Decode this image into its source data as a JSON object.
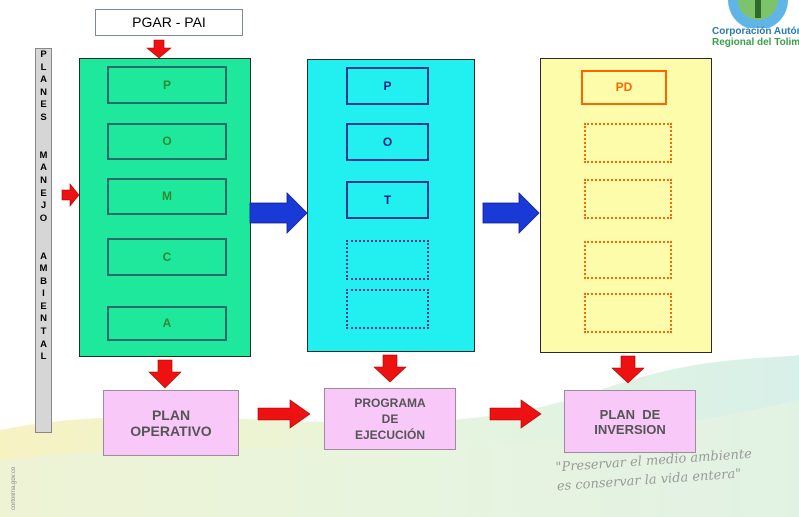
{
  "header": {
    "title": "PGAR - PAI"
  },
  "vertical_label": {
    "text": "PLANES  MANEJO  AMBIENTAL"
  },
  "col1": {
    "boxes": [
      "P",
      "O",
      "M",
      "C",
      "A"
    ]
  },
  "col2": {
    "boxes": [
      "P",
      "O",
      "T"
    ]
  },
  "col3": {
    "boxes": [
      "PD"
    ]
  },
  "outputs": {
    "plan_operativo": [
      "PLAN",
      "OPERATIVO"
    ],
    "programa": [
      "PROGRAMA",
      "DE",
      "EJECUCIÓN"
    ],
    "plan_inversion": [
      "PLAN  DE",
      "INVERSION"
    ]
  },
  "logo": {
    "line1": "Corporación Autónoma",
    "line2": "Regional del Tolima"
  },
  "quote": {
    "line1": "\"Preservar el medio ambiente",
    "line2": "es conservar la vida entera\""
  },
  "side_text": "cortolima.gov.co",
  "colors": {
    "panel1": "#1ee89b",
    "panel2": "#22f0f0",
    "panel3": "#fcfcaa",
    "output": "#f8c8f8",
    "arrow_red": "#ee1111",
    "arrow_blue": "#1a3ad8"
  }
}
